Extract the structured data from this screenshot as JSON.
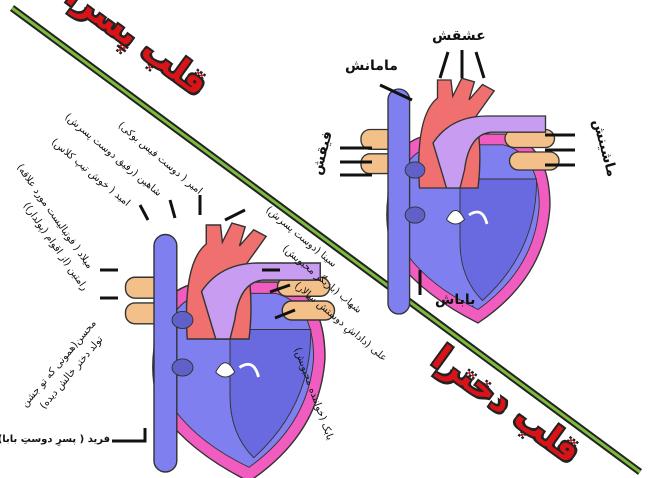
{
  "titles": {
    "boys": "قلب پسرا",
    "girls": "قلب دخترا"
  },
  "boys_heart_labels": [
    "امیر ( دوست فیس بوکی)",
    "شاهین (رفیق دوست پسرش)",
    "امید ( خوش تیپ کلاس)",
    "میلاد ( فوتبالیست مورد علاقه)",
    "رامتین (از اقوام (پولدار))",
    "محسن(همونی که تو جشن",
    "تولد دختر خالش دیده)",
    "فرید ( پسرِ دوستِ بابا)",
    "سینا (دوست پسرش)",
    "شهاب (بازیگر محبوبش)",
    "علی (داداشِ دوستش سالار)",
    "بابک (خواننده محبوبش)"
  ],
  "girls_heart_labels": [
    "عشقش",
    "مامانش",
    "فیقش",
    "ماشینش",
    "باباش"
  ],
  "colors": {
    "title_red": "#d81418",
    "line_green": "#7dbb3c",
    "aorta": "#f07070",
    "vein": "#7f7ff0",
    "artery": "#c89cf0",
    "pulmonary": "#f4c08a",
    "wall": "#f05cc0"
  }
}
